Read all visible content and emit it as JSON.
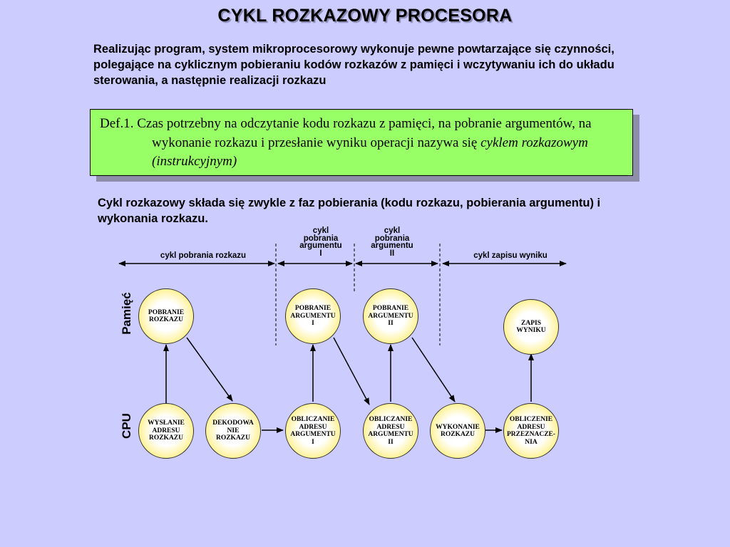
{
  "title": "CYKL ROZKAZOWY PROCESORA",
  "intro": "Realizując program, system mikroprocesorowy wykonuje pewne powtarzające się czynności, polegające na cyklicznym pobieraniu kodów rozkazów z pamięci i wczytywaniu ich do układu sterowania, a następnie realizacji rozkazu",
  "definition": {
    "text_main": "Def.1. Czas potrzebny na odczytanie kodu rozkazu z pamięci, na pobranie argumentów, na wykonanie rozkazu i przesłanie wyniku operacji nazywa się ",
    "text_italic": "cyklem rozkazowym (instrukcyjnym)"
  },
  "paragraph2": "Cykl rozkazowy składa się zwykle z faz pobierania (kodu rozkazu, pobierania argumentu) i wykonania rozkazu.",
  "diagram": {
    "phases": {
      "fetch_instruction": "cykl pobrania rozkazu",
      "fetch_arg1": "cykl\npobrania\nargumentu\nI",
      "fetch_arg2": "cykl\npobrania\nargumentu\nII",
      "write_result": "cykl zapisu wyniku"
    },
    "row_labels": {
      "memory": "Pamięć",
      "cpu": "CPU"
    },
    "nodes": {
      "pobranie_rozkazu": "POBRANIE\nROZKAZU",
      "pobranie_arg1": "POBRANIE\nARGUMENTU\nI",
      "pobranie_arg2": "POBRANIE\nARGUMENTU\nII",
      "zapis_wyniku": "ZAPIS\nWYNIKU",
      "wyslanie_adresu": "WYSŁANIE\nADRESU\nROZKAZU",
      "dekodowanie": "DEKODOWA\nNIE\nROZKAZU",
      "obliczanie_adresu_arg1": "OBLICZANIE\nADRESU\nARGUMENTU\nI",
      "obliczanie_adresu_arg2": "OBLICZANIE\nADRESU\nARGUMENTU\nII",
      "wykonanie": "WYKONANIE\nROZKAZU",
      "obliczenie_adresu_przeznaczenia": "OBLICZENIE\nADRESU\nPRZEZNACZE-\nNIA"
    }
  }
}
